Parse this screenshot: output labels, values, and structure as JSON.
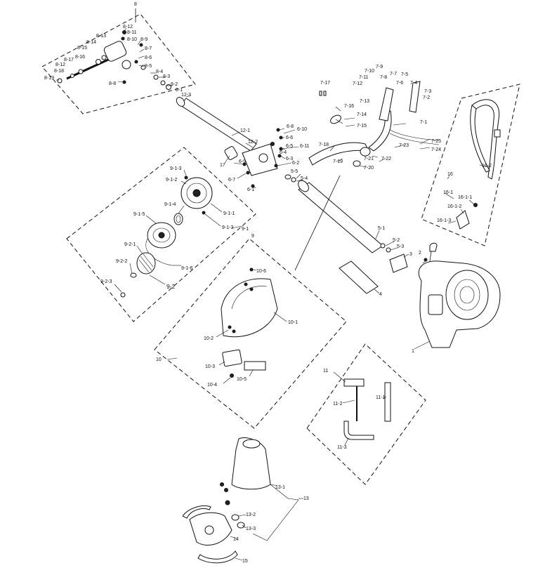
{
  "labels": {
    "g8": "8",
    "8_1": "8-1",
    "8_2": "8-2",
    "8_3": "8-3",
    "8_4": "8-4",
    "8_5": "8-5",
    "8_6": "8-6",
    "8_7": "8-7",
    "8_8": "8-8",
    "8_9": "8-9",
    "8_10": "8-10",
    "8_11": "8-11",
    "8_12": "8-12",
    "8_13": "8-13",
    "8_14": "8-14",
    "8_15": "8-15",
    "8_16": "8-16",
    "8_17": "8-17",
    "8_18": "8-18",
    "8_19": "8-19",
    "12_3": "12-3",
    "12_1": "12-1",
    "12_2": "12-2",
    "p17": "17",
    "6_8": "6-8",
    "6_10": "6-10",
    "6_6": "6-6",
    "6_5": "6-5",
    "6_11": "6-11",
    "6_4": "6-4",
    "6_3": "6-3",
    "6_2": "6-2",
    "6_9": "6-9",
    "6_7": "6-7",
    "6_1": "6-1",
    "5_5": "5-5",
    "5_4": "5-4",
    "5_1": "5-1",
    "5_2": "5-2",
    "5_3": "5-3",
    "p4": "4",
    "p3": "3",
    "p2": "2",
    "p1": "1",
    "7_17": "7-17",
    "7_9": "7-9",
    "7_10": "7-10",
    "7_11": "7-11",
    "7_12": "7-12",
    "7_8": "7-8",
    "7_7": "7-7",
    "7_5": "7-5",
    "7_6": "7-6",
    "7_4": "7-4",
    "7_3": "7-3",
    "7_2": "7-2",
    "7_13": "7-13",
    "7_14": "7-14",
    "7_16": "7-16",
    "7_15": "7-15",
    "7_1": "7-1",
    "7_18": "7-18",
    "7_23": "7-23",
    "7_25": "7-25",
    "7_24": "7-24",
    "7_21": "7-21",
    "7_22": "7-22",
    "7_19": "7-19",
    "7_20": "7-20",
    "9_1_3a": "9-1-3",
    "9_1_2": "9-1-2",
    "9_1_4": "9-1-4",
    "9_1_1": "9-1-1",
    "9_1_3b": "9-1-3",
    "9_1_5": "9-1-5",
    "9_1": "9-1",
    "p9": "9",
    "9_2_1": "9-2-1",
    "9_1_6": "9-1-6",
    "9_2_2": "9-2-2",
    "9_2_3": "9-2-3",
    "9_2": "9-2",
    "10_6": "10-6",
    "10_1": "10-1",
    "10_2": "10-2",
    "p10": "10",
    "10_3": "10-3",
    "10_4": "10-4",
    "10_5": "10-5",
    "16_2": "16-2",
    "p16": "16",
    "16_1": "16-1",
    "16_1_1": "16-1-1",
    "16_1_2": "16-1-2",
    "16_1_3": "16-1-3",
    "p11": "11",
    "11_1": "11-1",
    "11_2": "11-2",
    "11_3": "11-3",
    "13_1": "13-1",
    "p13": "13",
    "13_2": "13-2",
    "13_3": "13-3",
    "p14": "14",
    "p15": "15"
  }
}
